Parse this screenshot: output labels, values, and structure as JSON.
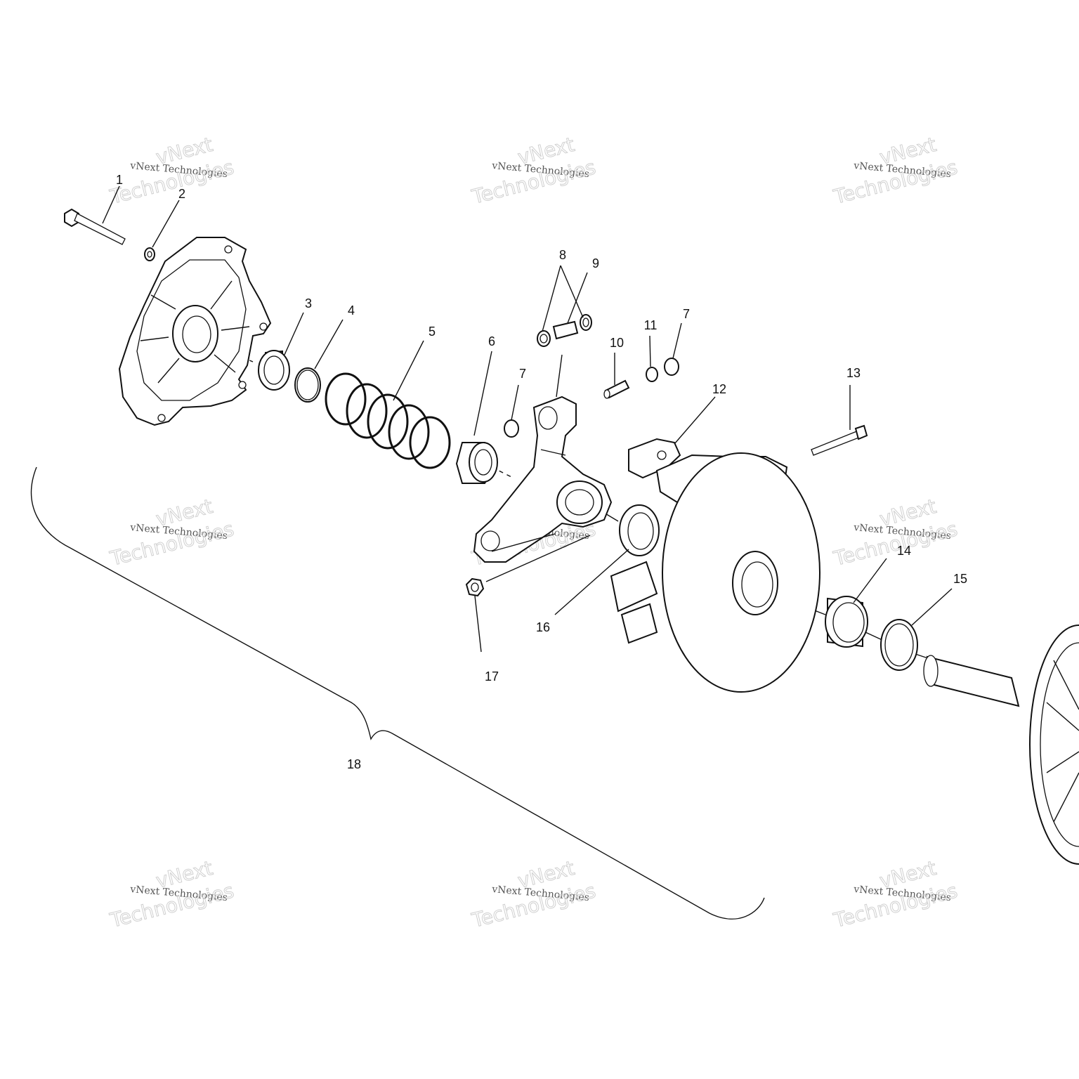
{
  "diagram": {
    "callouts": [
      "1",
      "2",
      "3",
      "4",
      "5",
      "6",
      "7",
      "8",
      "9",
      "10",
      "11",
      "7",
      "12",
      "13",
      "14",
      "15",
      "16",
      "17",
      "18"
    ],
    "watermark": {
      "small": "vNext Technologies",
      "top": "vNext",
      "bottom": "Technologies"
    }
  }
}
